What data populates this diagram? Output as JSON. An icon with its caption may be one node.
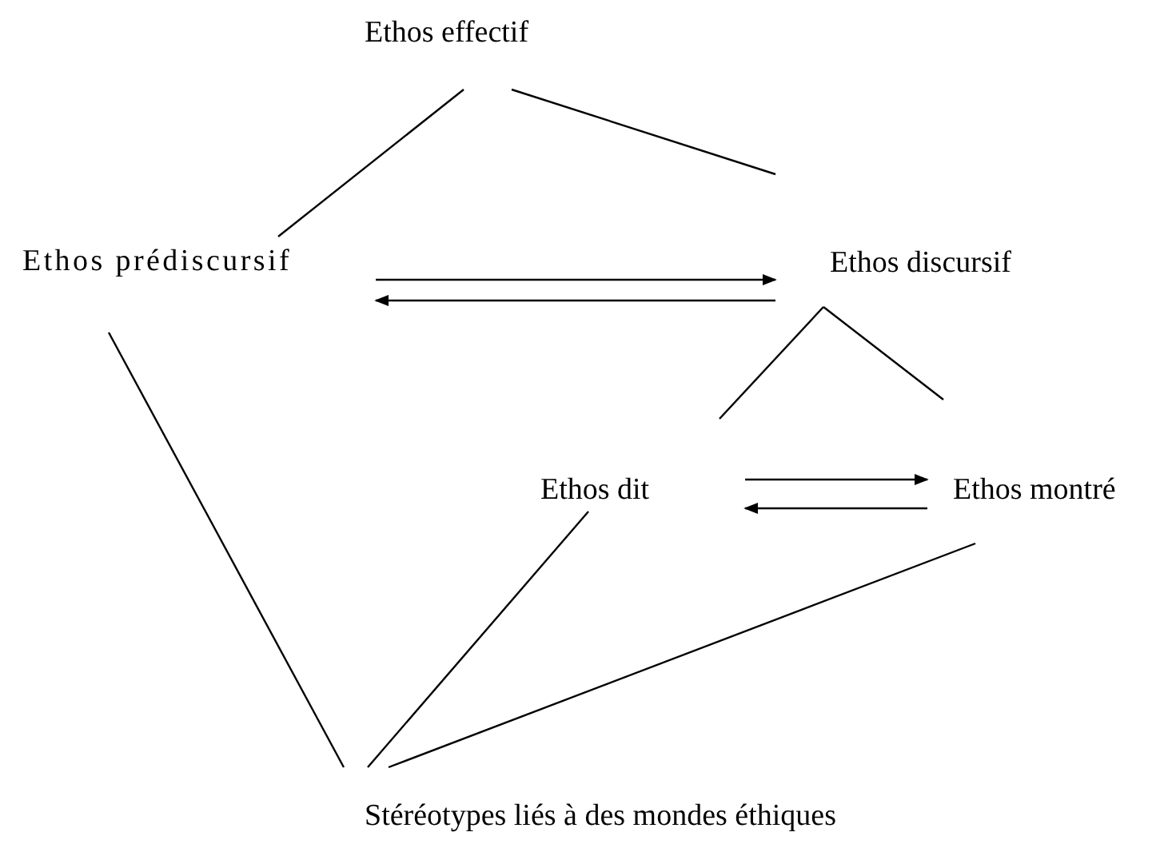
{
  "diagram": {
    "nodes": [
      {
        "text": [
          "Ethos effectif"
        ]
      },
      {
        "text": [
          "Ethos prédiscursif"
        ]
      },
      {
        "text": [
          "Ethos discursif"
        ]
      },
      {
        "text": [
          "Ethos dit"
        ]
      },
      {
        "text": [
          "Ethos montré"
        ]
      },
      {
        "text": [
          "Stéréotypes liés à des mondes éthiques"
        ]
      }
    ],
    "edges": [
      {
        "from": 0,
        "to": 1,
        "arrow": "none"
      },
      {
        "from": 0,
        "to": 2,
        "arrow": "none"
      },
      {
        "from": 1,
        "to": 2,
        "arrow": "to"
      },
      {
        "from": 2,
        "to": 1,
        "arrow": "to"
      },
      {
        "from": 2,
        "to": 3,
        "arrow": "none"
      },
      {
        "from": 2,
        "to": 4,
        "arrow": "none"
      },
      {
        "from": 3,
        "to": 4,
        "arrow": "to"
      },
      {
        "from": 4,
        "to": 3,
        "arrow": "to"
      },
      {
        "from": 1,
        "to": 5,
        "arrow": "none"
      },
      {
        "from": 3,
        "to": 5,
        "arrow": "none"
      },
      {
        "from": 4,
        "to": 5,
        "arrow": "none"
      }
    ]
  }
}
